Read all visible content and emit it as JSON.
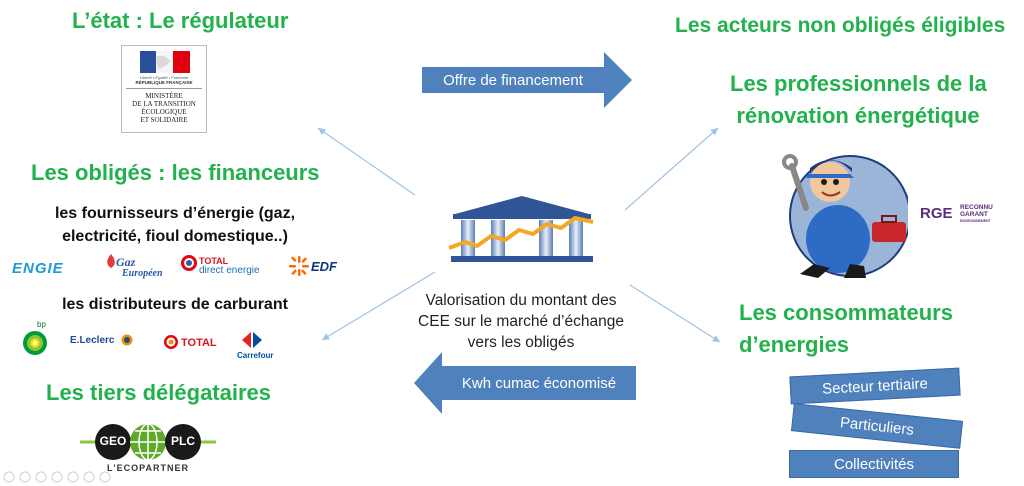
{
  "headings": {
    "etat": "L’état : Le régulateur",
    "non_obliges": "Les acteurs non obligés éligibles",
    "professionnels_1": "Les professionnels de la",
    "professionnels_2": "rénovation énergétique",
    "obliges": "Les obligés : les financeurs",
    "consommateurs_1": "Les consommateurs",
    "consommateurs_2": "d’energies",
    "tiers": "Les tiers délégataires"
  },
  "ministere": {
    "motto": "Liberté • Égalité • Fraternité",
    "republique": "RÉPUBLIQUE FRANÇAISE",
    "lines": [
      "MINISTÈRE",
      "DE LA TRANSITION",
      "ÉCOLOGIQUE",
      "ET SOLIDAIRE"
    ]
  },
  "fournisseurs_1": "les fournisseurs d’énergie (gaz,",
  "fournisseurs_2": "electricité, fioul domestique..)",
  "distributeurs": "les distributeurs de carburant",
  "energy_logos": {
    "engie": "ENGIE",
    "gaz_1": "Gaz",
    "gaz_2": "Européen",
    "total_1": "TOTAL",
    "total_2": "direct energie",
    "edf": "EDF"
  },
  "fuel_logos": {
    "bp": "bp",
    "leclerc": "E.Leclerc",
    "total": "TOTAL",
    "carrefour": "Carrefour"
  },
  "geo_plc": {
    "geo": "GEO",
    "plc": "PLC",
    "tagline": "L'ECOPARTNER"
  },
  "rge": {
    "main": "RGE",
    "line1": "RECONNU",
    "line2": "GARANT",
    "line3": "ENVIRONNEMENT"
  },
  "arrows": {
    "offre": "Offre de financement",
    "kwh": "Kwh cumac économisé"
  },
  "valorisation": [
    "Valorisation du montant des",
    "CEE sur le marché d’échange",
    "vers les obligés"
  ],
  "consumer_boxes": {
    "tertiaire": "Secteur tertiaire",
    "particuliers": "Particuliers",
    "collectivites": "Collectivités"
  },
  "colors": {
    "heading_green": "#22b14c",
    "arrow_blue": "#4f81bd",
    "connector_blue": "#9dc3e6"
  }
}
